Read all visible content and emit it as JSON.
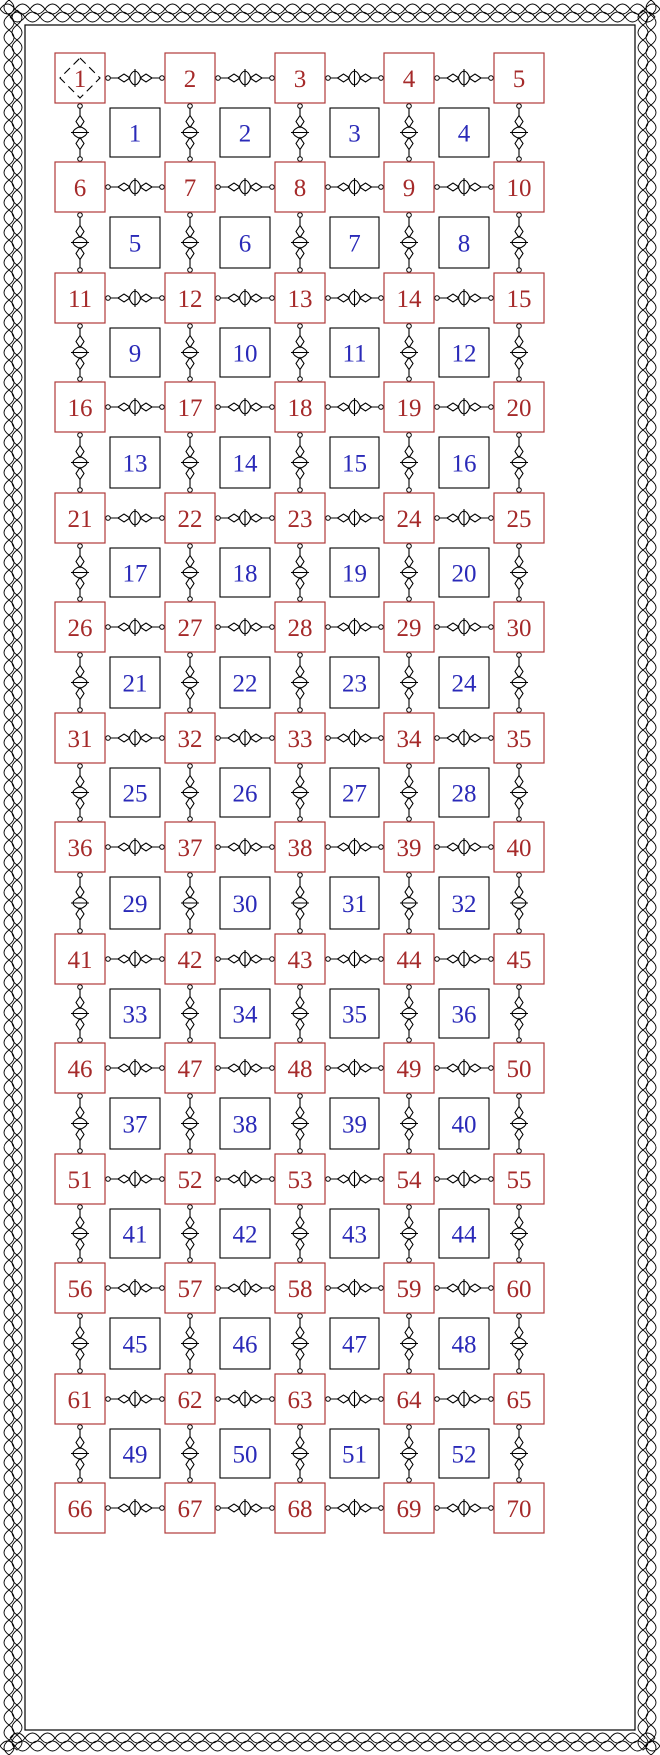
{
  "pattern": {
    "columns": 5,
    "rows": 14,
    "corner_labels": [
      "1",
      "2",
      "3",
      "4",
      "5",
      "6",
      "7",
      "8",
      "9",
      "10",
      "11",
      "12",
      "13",
      "14",
      "15",
      "16",
      "17",
      "18",
      "19",
      "20",
      "21",
      "22",
      "23",
      "24",
      "25",
      "26",
      "27",
      "28",
      "29",
      "30",
      "31",
      "32",
      "33",
      "34",
      "35",
      "36",
      "37",
      "38",
      "39",
      "40",
      "41",
      "42",
      "43",
      "44",
      "45",
      "46",
      "47",
      "48",
      "49",
      "50",
      "51",
      "52",
      "53",
      "54",
      "55",
      "56",
      "57",
      "58",
      "59",
      "60",
      "61",
      "62",
      "63",
      "64",
      "65",
      "66",
      "67",
      "68",
      "69",
      "70"
    ],
    "cell_labels": [
      "1",
      "2",
      "3",
      "4",
      "5",
      "6",
      "7",
      "8",
      "9",
      "10",
      "11",
      "12",
      "13",
      "14",
      "15",
      "16",
      "17",
      "18",
      "19",
      "20",
      "21",
      "22",
      "23",
      "24",
      "25",
      "26",
      "27",
      "28",
      "29",
      "30",
      "31",
      "32",
      "33",
      "34",
      "35",
      "36",
      "37",
      "38",
      "39",
      "40",
      "41",
      "42",
      "43",
      "44",
      "45",
      "46",
      "47",
      "48",
      "49",
      "50",
      "51",
      "52"
    ]
  },
  "colors": {
    "corner_box": "#b03a3a",
    "corner_text": "#a52a2a",
    "cell_text": "#2a2ab8",
    "lines": "#000000"
  }
}
